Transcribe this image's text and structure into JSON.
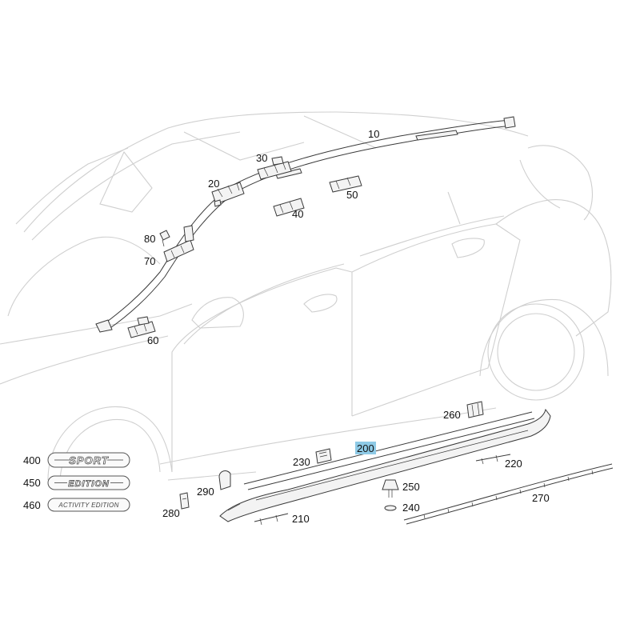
{
  "callouts": {
    "c10": "10",
    "c20": "20",
    "c30": "30",
    "c40": "40",
    "c50": "50",
    "c60": "60",
    "c70": "70",
    "c80": "80",
    "c200": "200",
    "c210": "210",
    "c220": "220",
    "c230": "230",
    "c240": "240",
    "c250": "250",
    "c260": "260",
    "c270": "270",
    "c280": "280",
    "c290": "290",
    "c400": "400",
    "c450": "450",
    "c460": "460"
  },
  "emblems": {
    "sport": "SPORT",
    "edition": "EDITION",
    "activity": "ACTIVITY EDITION"
  },
  "colors": {
    "highlight": "#8ecae6",
    "car_outline": "#cfcfcf",
    "part_stroke": "#3a3a3a"
  }
}
